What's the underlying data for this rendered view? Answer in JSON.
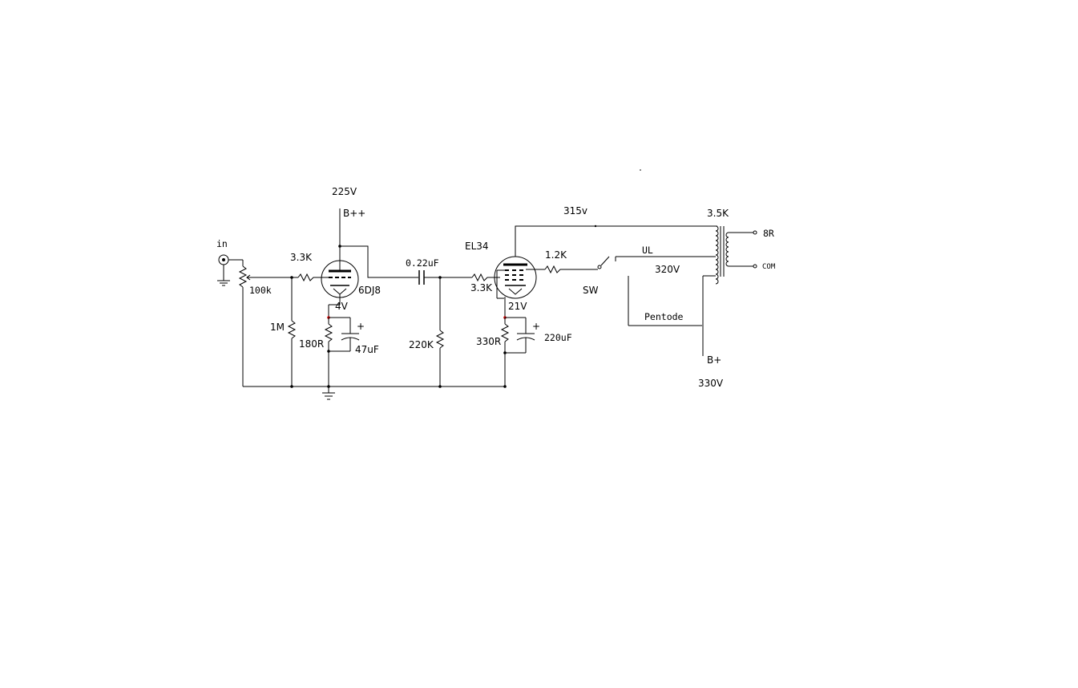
{
  "diagram": {
    "background": "#ffffff",
    "ink": "#000000",
    "highlight": "#cc0000",
    "labels": {
      "input": "in",
      "volume_pot": "100k",
      "grid_resistor_1": "3.3K",
      "grid_leak_1": "1M",
      "supply_voltage_1": "225V",
      "supply_rail_1": "B++",
      "tube_1": "6DJ8",
      "cathode_voltage_1": "4V",
      "cathode_resistor_1": "180R",
      "bypass_cap_1": "47uF",
      "coupling_cap": "0.22uF",
      "grid_leak_2": "220K",
      "tube_2_type": "EL34",
      "grid_stopper_2": "3.3K",
      "screen_resistor": "1.2K",
      "cathode_voltage_2": "21V",
      "cathode_resistor_2": "330R",
      "bypass_cap_2": "220uF",
      "plate_voltage": "315v",
      "switch": "SW",
      "ultralinear": "UL",
      "screen_voltage": "320V",
      "pentode": "Pentode",
      "transformer_impedance": "3.5K",
      "output_8r": "8R",
      "output_com": "COM",
      "supply_rail_2": "B+",
      "supply_voltage_2": "330V"
    }
  }
}
